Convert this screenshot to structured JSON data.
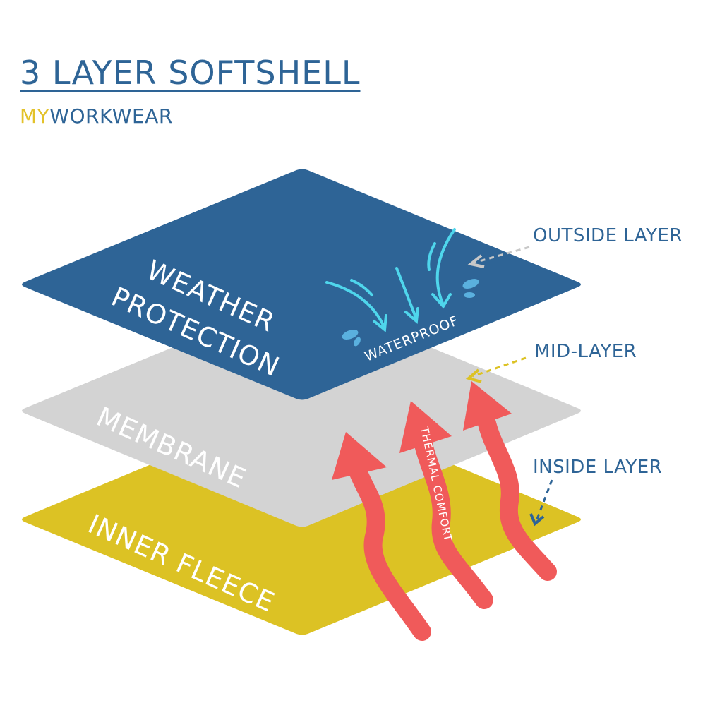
{
  "title": "3 LAYER SOFTSHELL",
  "brand": {
    "part1": "MY",
    "part2": "WORKWEAR"
  },
  "layers": [
    {
      "name": "WEATHER",
      "name2": "PROTECTION",
      "color": "#2e6496",
      "callout": "OUTSIDE LAYER"
    },
    {
      "name": "MEMBRANE",
      "color": "#d3d3d3",
      "callout": "MID-LAYER"
    },
    {
      "name": "INNER FLEECE",
      "color": "#dcc224",
      "callout": "INSIDE LAYER"
    }
  ],
  "badges": {
    "waterproof": "WATERPROOF",
    "thermal": "THERMAL COMFORT"
  },
  "colors": {
    "title": "#2e6496",
    "accent_yellow": "#e3c22a",
    "arrow_red": "#f05a5a",
    "rain": "#4fd6ec"
  }
}
